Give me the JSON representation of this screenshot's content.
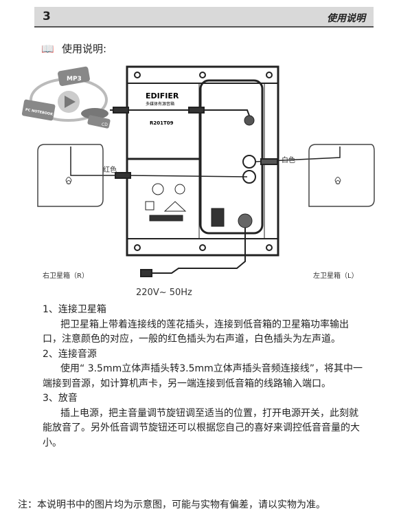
{
  "header": {
    "page_number": "3",
    "title": "使用说明"
  },
  "section": {
    "icon": "book-icon",
    "title": "使用说明:"
  },
  "diagram": {
    "brand": "EDIFIER",
    "brand_sub": "多媒体有源音箱",
    "model": "R201T09",
    "source_labels": [
      "MP3",
      "PC NOTEBOOK",
      "CD"
    ],
    "red_label": "红色",
    "white_label": "白色",
    "right_speaker": "右卫星箱（R）",
    "left_speaker": "左卫星箱（L）",
    "power": "220V~ 50Hz"
  },
  "steps": [
    {
      "title": "1、连接卫星箱",
      "text": "把卫星箱上带着连接线的莲花插头，连接到低音箱的卫星箱功率输出口，注意颜色的对应，一般的红色插头为右声道，白色插头为左声道。"
    },
    {
      "title": "2、连接音源",
      "text": "使用“ 3.5mm立体声插头转3.5mm立体声插头音频连接线”，将其中一端接到音源，如计算机声卡，另一端连接到低音箱的线路输入端口。"
    },
    {
      "title": "3、放音",
      "text": "插上电源，把主音量调节旋钮调至适当的位置，打开电源开关，此刻就能放音了。另外低音调节旋钮还可以根据您自己的喜好来调控低音音量的大小。"
    }
  ],
  "note": "注：本说明书中的图片均为示意图，可能与实物有偏差，请以实物为准。"
}
